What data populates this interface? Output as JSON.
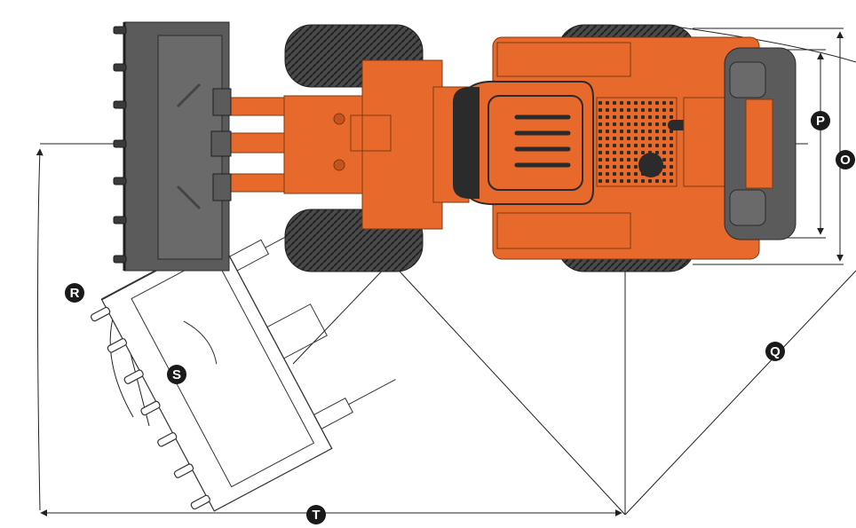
{
  "labels": {
    "o": "O",
    "p": "P",
    "q": "Q",
    "r": "R",
    "s": "S",
    "t": "T"
  },
  "colors": {
    "machine_orange": "#e8692c",
    "machine_orange_dark": "#c7531c",
    "bucket_gray": "#5b5b5b",
    "bucket_dark": "#3a3a3a",
    "tire_dark": "#4a4a4a",
    "tire_tread": "#2b2b2b",
    "line": "#222222",
    "label_bg": "#1a1a1a",
    "label_fg": "#ffffff"
  }
}
